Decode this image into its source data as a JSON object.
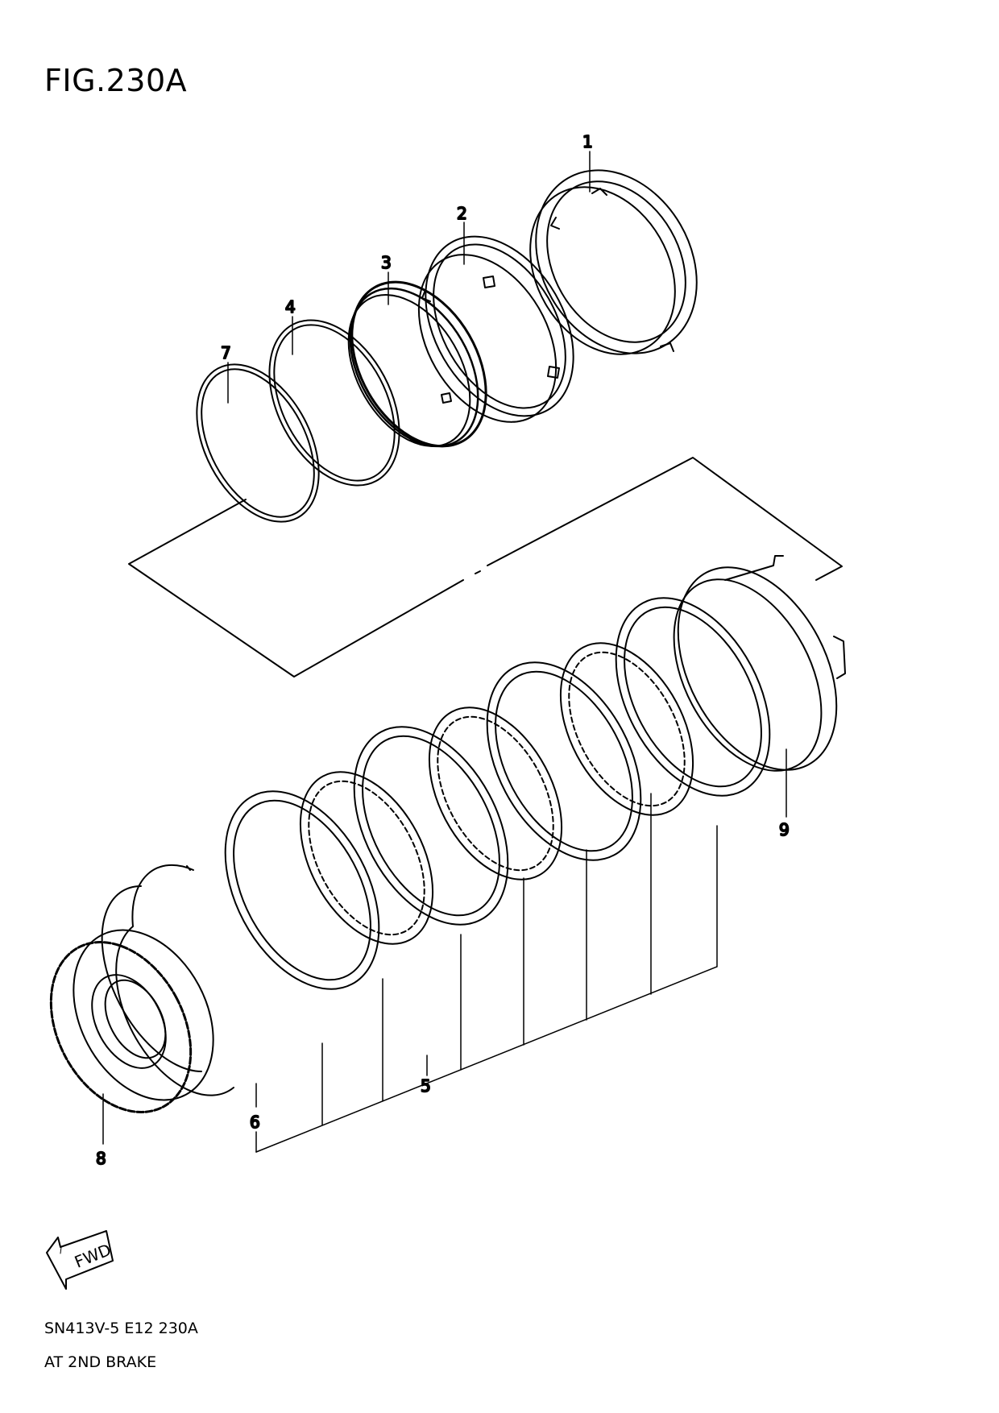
{
  "figure": {
    "title": "FIG.230A"
  },
  "callouts": [
    "1",
    "2",
    "3",
    "4",
    "5",
    "6",
    "7",
    "8",
    "9"
  ],
  "fwd_label": "FWD",
  "footer": {
    "code": "SN413V-5 E12 230A",
    "name": "AT 2ND BRAKE"
  },
  "icons": {
    "fwd": "fwd-arrow-icon"
  },
  "colors": {
    "line": "#000000",
    "background": "#ffffff"
  }
}
